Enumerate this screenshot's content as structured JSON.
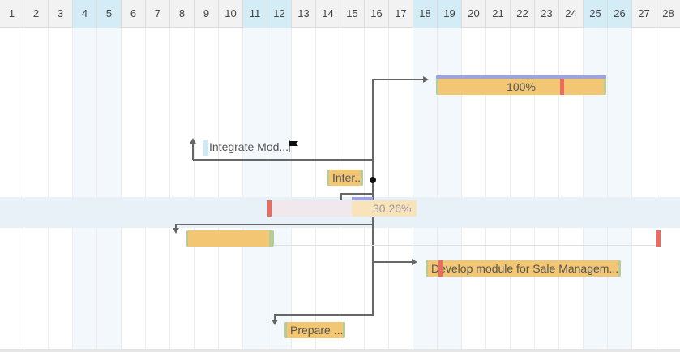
{
  "days": [
    "1",
    "2",
    "3",
    "4",
    "5",
    "6",
    "7",
    "8",
    "9",
    "10",
    "11",
    "12",
    "13",
    "14",
    "15",
    "16",
    "17",
    "18",
    "19",
    "20",
    "21",
    "22",
    "23",
    "24",
    "25",
    "26",
    "27",
    "28"
  ],
  "weekend_days": [
    "4",
    "5",
    "11",
    "12",
    "18",
    "19",
    "25",
    "26"
  ],
  "tasks": {
    "top_progress_label": "100%",
    "integrate_label": "Integrate Mod...",
    "inter_label": "Inter...",
    "selected_progress_label": "30.26%",
    "develop_label": "Develop module for Sale Managem...",
    "prepare_label": "Prepare ..."
  },
  "colors": {
    "weekend_header": "#d4ecf5",
    "bar": "#f2c672",
    "progress_top": "#9aa3e8",
    "deadline": "#ef6a5e",
    "selected_row": "#e8f1f8"
  }
}
